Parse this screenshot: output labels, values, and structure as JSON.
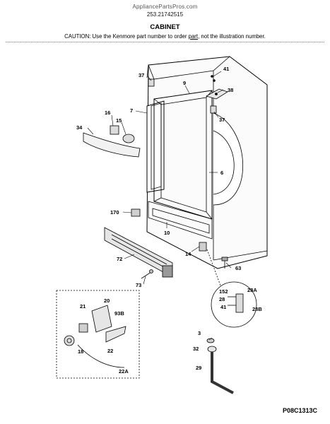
{
  "header": {
    "site": "AppliancePartsPros.com",
    "model": "253.21742515",
    "title": "CABINET",
    "caution_before": "CAUTION: Use the Kenmore part number to order ",
    "caution_link": "part",
    "caution_after": ", not the illustration number."
  },
  "diagram_code": "P08C1313C",
  "callouts": {
    "c37a": "37",
    "c9": "9",
    "c41a": "41",
    "c38": "38",
    "c7": "7",
    "c16": "16",
    "c15": "15",
    "c34": "34",
    "c37b": "37",
    "c6": "6",
    "c170": "170",
    "c10": "10",
    "c14": "14",
    "c72": "72",
    "c63": "63",
    "c73": "73",
    "c152": "152",
    "c28": "28",
    "c41b": "41",
    "c28A": "28A",
    "c28B": "28B",
    "c20": "20",
    "c21": "21",
    "c93B": "93B",
    "c22": "22",
    "c18": "18",
    "c22A": "22A",
    "c3": "3",
    "c32": "32",
    "c29": "29"
  }
}
